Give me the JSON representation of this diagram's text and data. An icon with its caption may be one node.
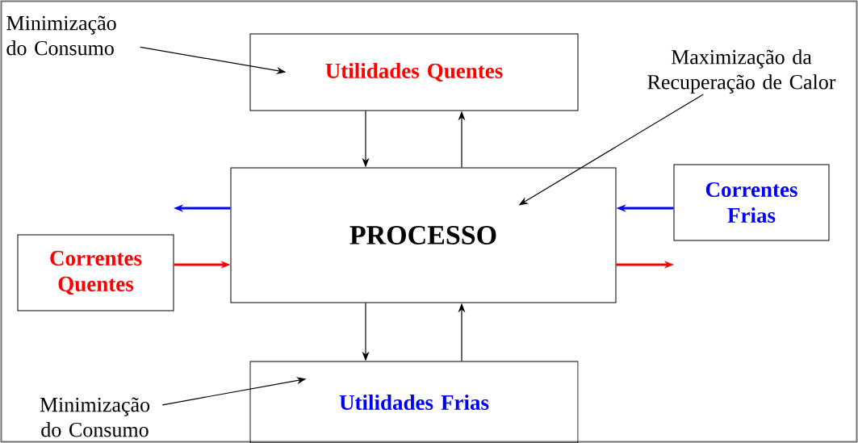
{
  "diagram": {
    "nodes": [
      {
        "text": [
          "Utilidades Quentes"
        ]
      },
      {
        "text": [
          "PROCESSO"
        ]
      },
      {
        "text": [
          "Correntes Frias"
        ]
      },
      {
        "text": [
          "Correntes Quentes"
        ]
      },
      {
        "text": [
          "Utilidades Frias"
        ]
      },
      {
        "text": [
          "Minimização do Consumo"
        ]
      },
      {
        "text": [
          "Maximização da Recuperação de Calor"
        ]
      },
      {
        "text": [
          "Minimização do Consumo"
        ]
      }
    ],
    "edges": [
      {
        "from": 0,
        "to": 1,
        "arrow": "to"
      },
      {
        "from": 1,
        "to": 0,
        "arrow": "to"
      },
      {
        "from": 1,
        "to": null,
        "arrow": "to",
        "style": "thick",
        "color": "#0000ff"
      },
      {
        "from": 2,
        "to": 1,
        "arrow": "to",
        "style": "thick",
        "color": "#0000ff"
      },
      {
        "from": 3,
        "to": 1,
        "arrow": "to",
        "style": "thick",
        "color": "#ff0000"
      },
      {
        "from": 1,
        "to": null,
        "arrow": "to",
        "style": "thick",
        "color": "#ff0000"
      },
      {
        "from": 1,
        "to": 4,
        "arrow": "to"
      },
      {
        "from": 4,
        "to": 1,
        "arrow": "to"
      },
      {
        "from": 5,
        "to": 0,
        "arrow": "to"
      },
      {
        "from": 6,
        "to": 1,
        "arrow": "to"
      },
      {
        "from": 7,
        "to": 4,
        "arrow": "to"
      }
    ]
  }
}
